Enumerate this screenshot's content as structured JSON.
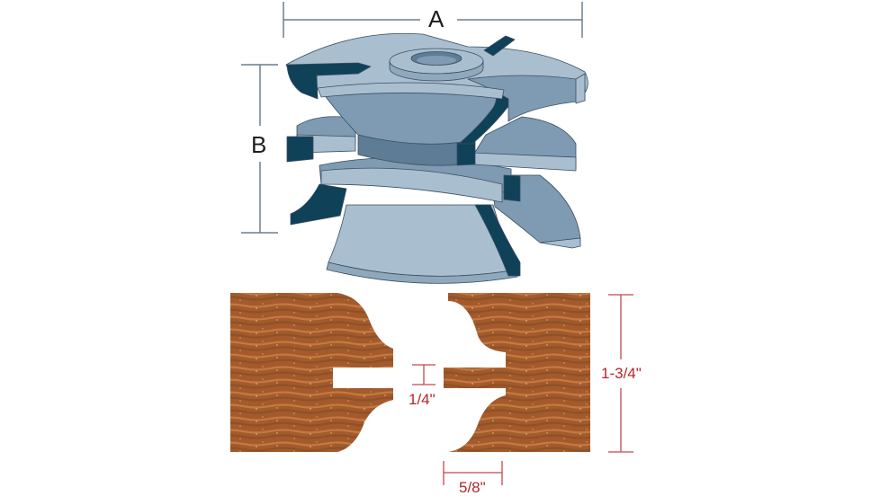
{
  "diagram": {
    "subject": "rail-and-stile router bit with matching cut profiles",
    "cutter": {
      "labels": {
        "width_dim": "A",
        "height_dim": "B"
      },
      "colors": {
        "body_light": "#a9bfd0",
        "body_mid": "#7f9bb3",
        "body_dark": "#5d7c95",
        "carbide": "#0f4159",
        "outline": "#3b4f60",
        "dim_line": "#6b7f8f"
      }
    },
    "profiles": {
      "colors": {
        "wood": "#a45a2a",
        "wood_light": "#c9824a",
        "wood_dark": "#7a4a2a",
        "dim_line": "#c4484d"
      },
      "dimensions": {
        "tongue_thickness": "1/4\"",
        "stock_thickness": "1-3/4\"",
        "tongue_length": "5/8\""
      }
    }
  }
}
